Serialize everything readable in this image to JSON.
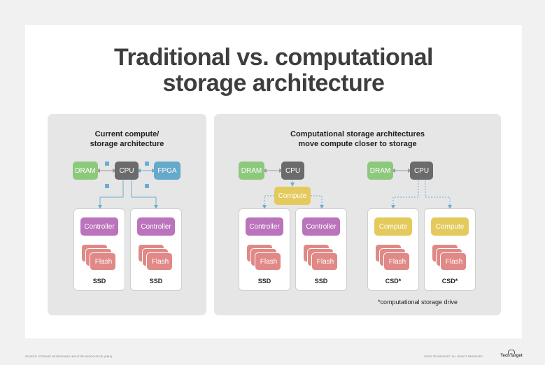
{
  "title": {
    "line1": "Traditional vs. computational",
    "line2": "storage architecture"
  },
  "left_panel": {
    "title_line1": "Current compute/",
    "title_line2": "storage architecture",
    "dram": "DRAM",
    "cpu": "CPU",
    "fpga": "FPGA",
    "drives": [
      {
        "top": "Controller",
        "media": "Flash",
        "label": "SSD"
      },
      {
        "top": "Controller",
        "media": "Flash",
        "label": "SSD"
      }
    ]
  },
  "right_panel": {
    "title_line1": "Computational storage architectures",
    "title_line2": "move compute closer to storage",
    "group_a": {
      "dram": "DRAM",
      "cpu": "CPU",
      "compute": "Compute",
      "drives": [
        {
          "top": "Controller",
          "media": "Flash",
          "label": "SSD"
        },
        {
          "top": "Controller",
          "media": "Flash",
          "label": "SSD"
        }
      ]
    },
    "group_b": {
      "dram": "DRAM",
      "cpu": "CPU",
      "drives": [
        {
          "top": "Compute",
          "media": "Flash",
          "label": "CSD*"
        },
        {
          "top": "Compute",
          "media": "Flash",
          "label": "CSD*"
        }
      ]
    },
    "footnote": "*computational storage drive"
  },
  "footer": {
    "source": "SOURCE: STORAGE NETWORKING INDUSTRY ASSOCIATION (SNIA)",
    "copyright": "©2022 TECHTARGET. ALL RIGHTS RESERVED",
    "brand": "TechTarget"
  },
  "colors": {
    "dram": "#8cc97d",
    "cpu": "#6b6b6b",
    "fpga": "#65a9cb",
    "compute": "#e4ca5c",
    "controller": "#bb73bb",
    "flash": "#e08986",
    "connector": "#6aaed2"
  }
}
